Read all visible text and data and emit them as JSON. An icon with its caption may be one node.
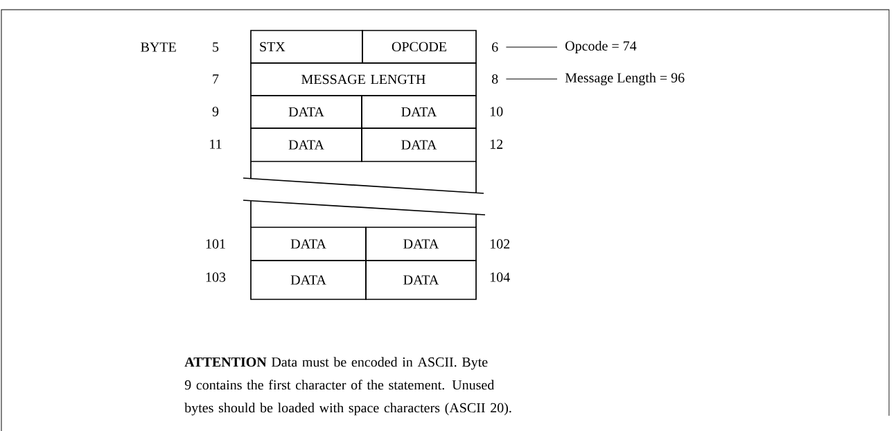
{
  "diagram": {
    "nodes": [
      {
        "text": [
          "STX"
        ]
      },
      {
        "text": [
          "OPCODE"
        ]
      },
      {
        "text": [
          "MESSAGE LENGTH"
        ]
      },
      {
        "text": [
          "DATA"
        ]
      },
      {
        "text": [
          "DATA"
        ]
      },
      {
        "text": [
          "DATA"
        ]
      },
      {
        "text": [
          "DATA"
        ]
      },
      {
        "text": [],
        "shape": "box"
      },
      {
        "text": [],
        "shape": "box"
      },
      {
        "text": [
          "DATA"
        ]
      },
      {
        "text": [
          "DATA"
        ]
      },
      {
        "text": [
          "DATA"
        ]
      },
      {
        "text": [
          "DATA"
        ]
      },
      {
        "text": [
          "6"
        ]
      },
      {
        "text": [
          "Opcode = 74"
        ]
      },
      {
        "text": [
          "8"
        ]
      },
      {
        "text": [
          "Message Length = 96"
        ]
      }
    ],
    "edges": [
      {
        "from": 13,
        "to": 14,
        "arrow": "none"
      },
      {
        "from": 15,
        "to": 16,
        "arrow": "none"
      }
    ],
    "labels": [
      "BYTE",
      "5",
      "7",
      "9",
      "10",
      "11",
      "12",
      "101",
      "102",
      "103",
      "104",
      "**ATTENTION** Data must be encoded in ASCII. Byte 9 contains the first character of the statement. Unused bytes should be loaded with space characters (ASCII 20)."
    ]
  }
}
